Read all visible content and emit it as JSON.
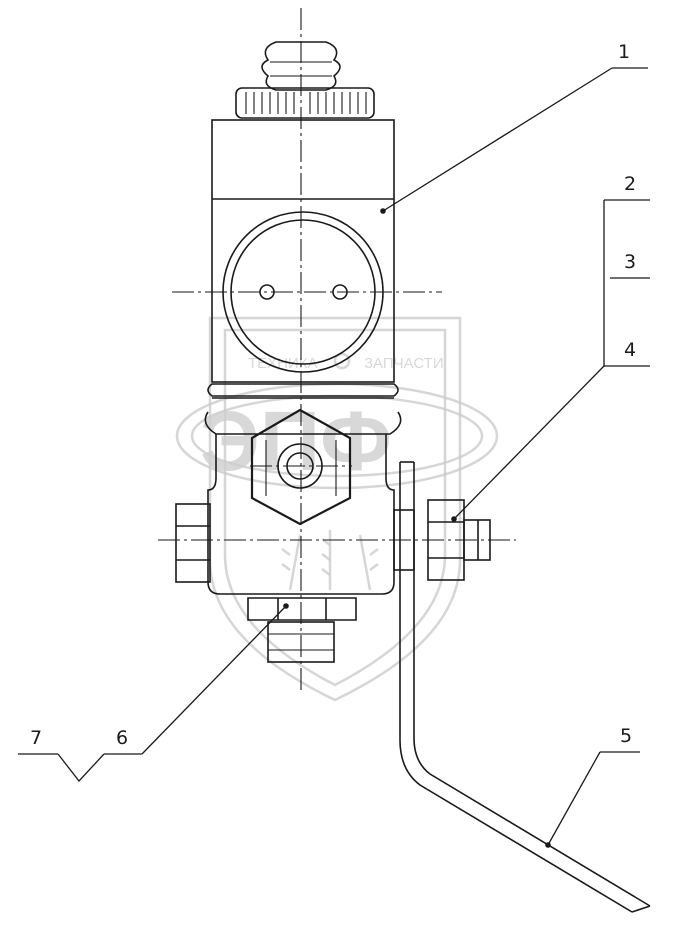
{
  "watermark": {
    "top_text": "ТЕХНИКА",
    "top_text_right": "ЗАПЧАСТИ",
    "logo_text": "ЭПФ"
  },
  "callouts": [
    {
      "id": "c1",
      "label": "1"
    },
    {
      "id": "c2",
      "label": "2"
    },
    {
      "id": "c3",
      "label": "3"
    },
    {
      "id": "c4",
      "label": "4"
    },
    {
      "id": "c5",
      "label": "5"
    },
    {
      "id": "c6",
      "label": "6"
    },
    {
      "id": "c7",
      "label": "7"
    }
  ]
}
